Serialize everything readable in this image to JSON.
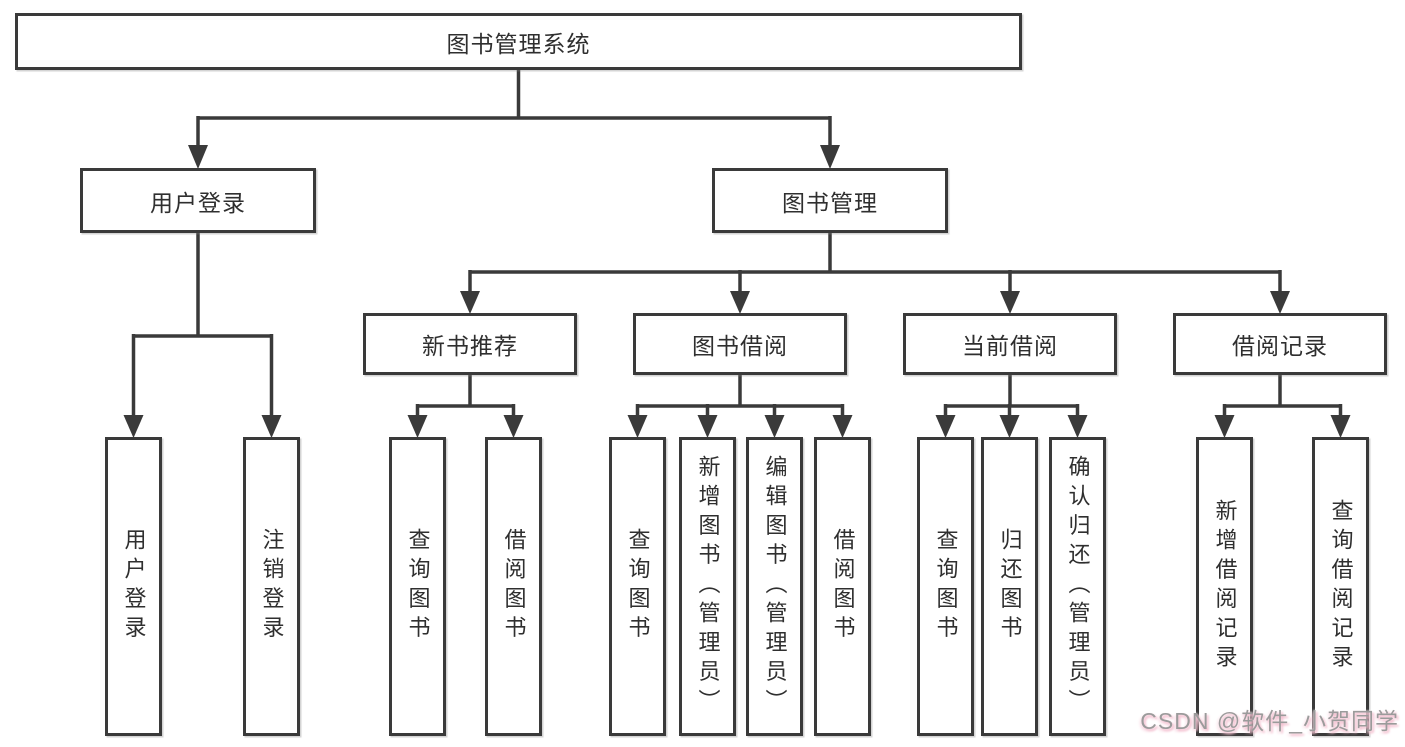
{
  "diagram": {
    "type": "hierarchy-tree",
    "colors": {
      "line": "#3a3a3a",
      "box_border": "#3a3a3a",
      "box_fill": "#ffffff",
      "text": "#2f2f2f",
      "background": "#ffffff",
      "watermark_text": "#9b9b9b",
      "watermark_glow": "#f3bccd"
    },
    "tree": {
      "label": "图书管理系统",
      "children": [
        {
          "label": "用户登录",
          "children": [
            {
              "label": "用户登录"
            },
            {
              "label": "注销登录"
            }
          ]
        },
        {
          "label": "图书管理",
          "children": [
            {
              "label": "新书推荐",
              "children": [
                {
                  "label": "查询图书"
                },
                {
                  "label": "借阅图书"
                }
              ]
            },
            {
              "label": "图书借阅",
              "children": [
                {
                  "label": "查询图书"
                },
                {
                  "label": "新增图书（管理员）"
                },
                {
                  "label": "编辑图书（管理员）"
                },
                {
                  "label": "借阅图书"
                }
              ]
            },
            {
              "label": "当前借阅",
              "children": [
                {
                  "label": "查询图书"
                },
                {
                  "label": "归还图书"
                },
                {
                  "label": "确认归还（管理员）"
                }
              ]
            },
            {
              "label": "借阅记录",
              "children": [
                {
                  "label": "新增借阅记录"
                },
                {
                  "label": "查询借阅记录"
                }
              ]
            }
          ]
        }
      ]
    }
  },
  "watermark": {
    "text": "CSDN @软件_小贺同学"
  }
}
